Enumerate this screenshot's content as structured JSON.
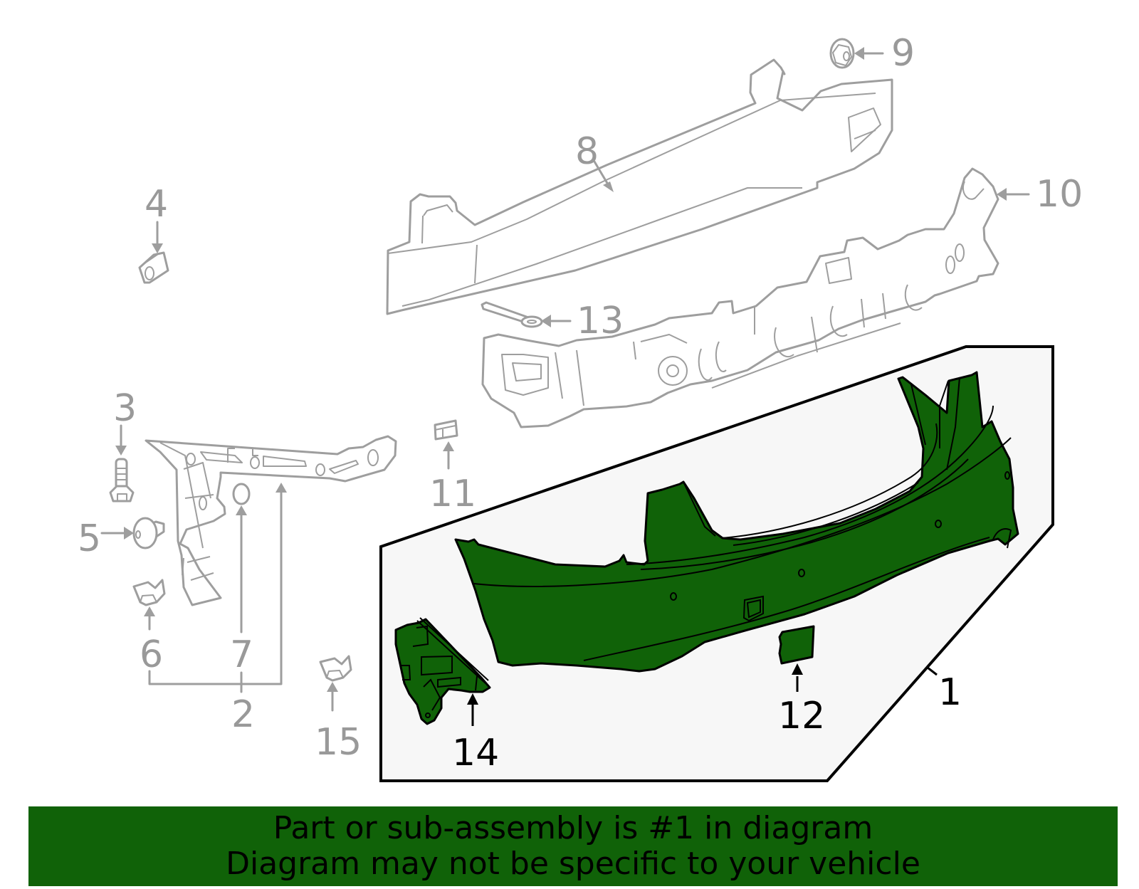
{
  "diagram": {
    "title": "Rear bumper cover exploded parts diagram",
    "highlight_color": "#106208",
    "line_color_unselected": "#9e9e9e",
    "line_color_selected": "#000000",
    "selection_box_fill": "#f7f7f7",
    "callouts": [
      {
        "number": "1",
        "part": "bumper-cover",
        "selected": true
      },
      {
        "number": "2",
        "part": "mounting-bracket-assembly",
        "selected": false
      },
      {
        "number": "3",
        "part": "bolt",
        "selected": false
      },
      {
        "number": "4",
        "part": "clip",
        "selected": false
      },
      {
        "number": "5",
        "part": "screw",
        "selected": false
      },
      {
        "number": "6",
        "part": "nut-clip",
        "selected": false
      },
      {
        "number": "7",
        "part": "grommet",
        "selected": false
      },
      {
        "number": "8",
        "part": "impact-bar",
        "selected": false
      },
      {
        "number": "9",
        "part": "nut",
        "selected": false
      },
      {
        "number": "10",
        "part": "energy-absorber",
        "selected": false
      },
      {
        "number": "11",
        "part": "retainer",
        "selected": false
      },
      {
        "number": "12",
        "part": "tow-hook-cover",
        "selected": true
      },
      {
        "number": "13",
        "part": "stud",
        "selected": false
      },
      {
        "number": "14",
        "part": "side-bracket",
        "selected": true
      },
      {
        "number": "15",
        "part": "nut-clip",
        "selected": false
      }
    ]
  },
  "banner": {
    "line1": "Part or sub-assembly is #1 in diagram",
    "line2": "Diagram may not be specific to your vehicle",
    "background_color": "#106208"
  }
}
